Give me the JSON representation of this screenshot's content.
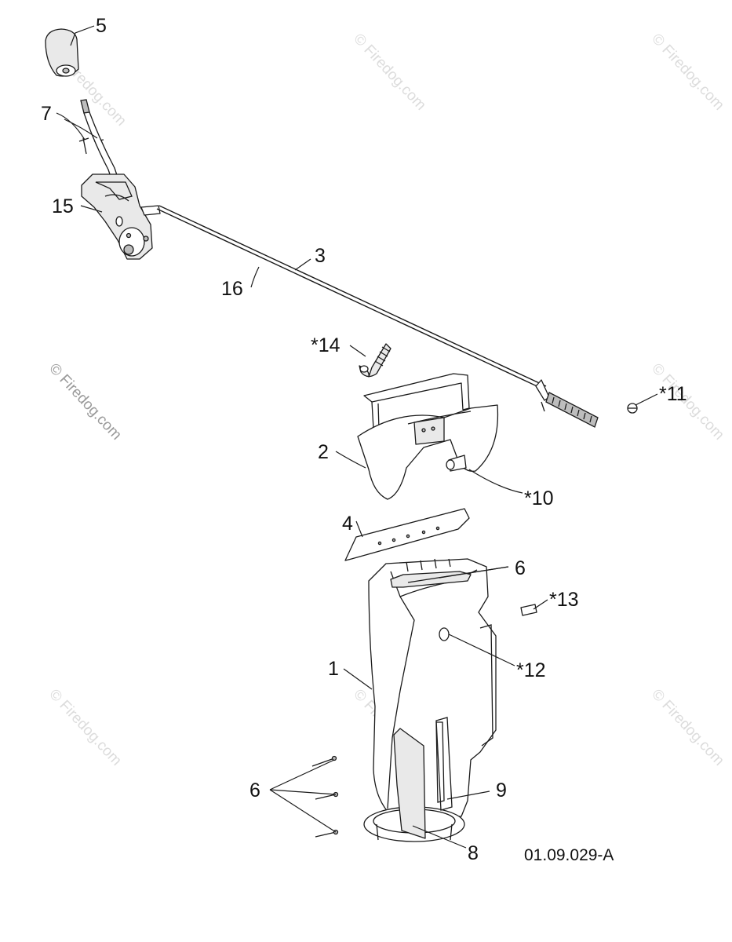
{
  "callouts": {
    "c5": "5",
    "c7": "7",
    "c15": "15",
    "c3": "3",
    "c16": "16",
    "c14": "*14",
    "c11": "*11",
    "c2": "2",
    "c10": "*10",
    "c4": "4",
    "c6_top": "6",
    "c13": "*13",
    "c12": "*12",
    "c1": "1",
    "c6_bottom": "6",
    "c9": "9",
    "c8": "8"
  },
  "document_id": "01.09.029-A",
  "watermark": {
    "text": "© Firedog.com"
  }
}
